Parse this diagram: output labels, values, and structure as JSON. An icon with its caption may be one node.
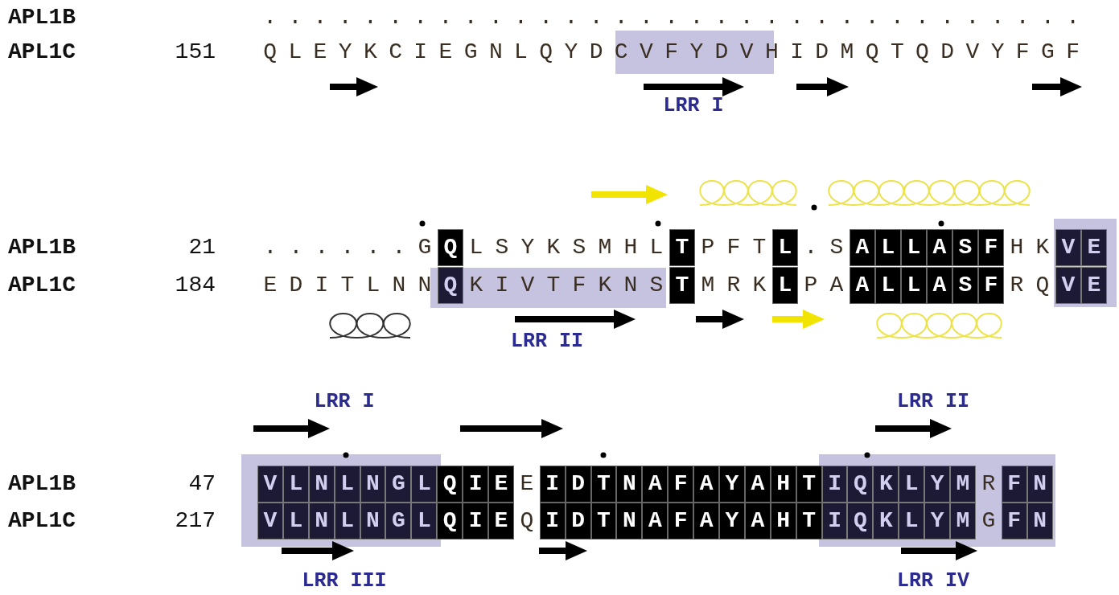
{
  "diagram": {
    "labels": [
      "APL1B",
      ". . . . . . . . . . . . . . . . . . . . . . . . . . . . . . . . .",
      "APL1C",
      "151",
      "Q L E Y K C I E G N L Q Y D C V F Y D V H I D M Q T Q D V Y F G F",
      "LRR I",
      "APL1B",
      "21",
      ". . . . . . G Q L S Y K S M H L T P F T L . S A L L A S F H K V E",
      "APL1C",
      "184",
      "E D I T L N N Q K I V T F K N S T M R K L P A A L L A S F R Q V E",
      "LRR II",
      "LRR I",
      "LRR II",
      "APL1B",
      "47",
      "V L N L N G L Q I E E I D T N A F A Y A H T I Q K L Y M R F N",
      "APL1C",
      "217",
      "V L N L N G L Q I E Q I D T N A F A Y A H T I Q K L Y M G F N",
      "LRR III",
      "LRR IV"
    ]
  }
}
